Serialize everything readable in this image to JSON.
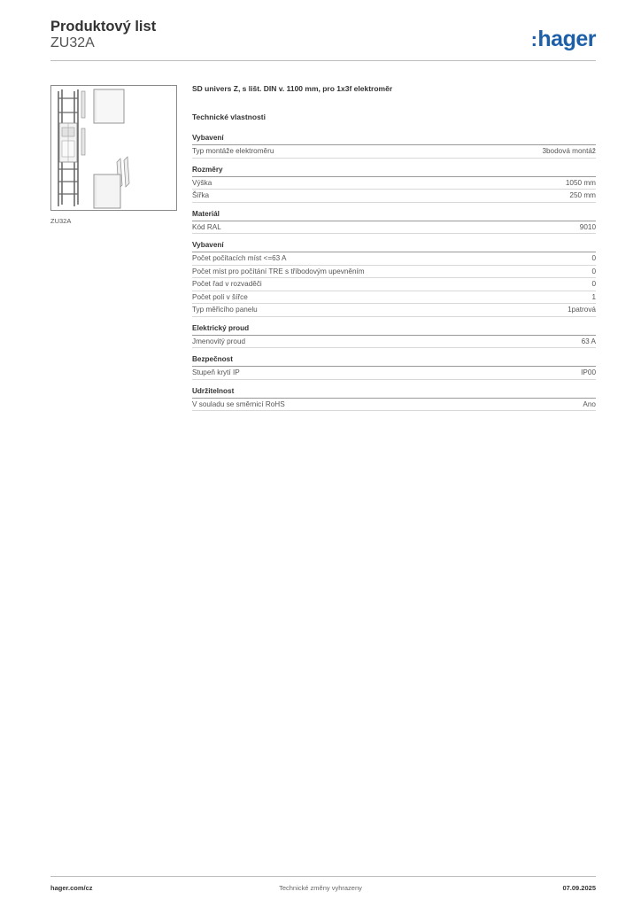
{
  "header": {
    "title": "Produktový list",
    "code": "ZU32A",
    "logo_text": "hager",
    "logo_color": "#1d5fa8"
  },
  "image": {
    "caption": "ZU32A"
  },
  "product": {
    "description": "SD univers Z, s lišt. DIN v. 1100 mm, pro 1x3f elektroměr",
    "tech_heading": "Technické vlastnosti"
  },
  "sections": [
    {
      "title": "Vybavení",
      "rows": [
        {
          "label": "Typ montáže elektroměru",
          "value": "3bodová montáž"
        }
      ]
    },
    {
      "title": "Rozměry",
      "rows": [
        {
          "label": "Výška",
          "value": "1050 mm"
        },
        {
          "label": "Šířka",
          "value": "250 mm"
        }
      ]
    },
    {
      "title": "Materiál",
      "rows": [
        {
          "label": "Kód RAL",
          "value": "9010"
        }
      ]
    },
    {
      "title": "Vybavení",
      "rows": [
        {
          "label": "Počet počítacích míst <=63 A",
          "value": "0"
        },
        {
          "label": "Počet míst pro počítání TRE s tříbodovým upevněním",
          "value": "0"
        },
        {
          "label": "Počet řad v rozvaděči",
          "value": "0"
        },
        {
          "label": "Počet polí v šířce",
          "value": "1"
        },
        {
          "label": "Typ měřicího panelu",
          "value": "1patrová"
        }
      ]
    },
    {
      "title": "Elektrický proud",
      "rows": [
        {
          "label": "Jmenovitý proud",
          "value": "63 A"
        }
      ]
    },
    {
      "title": "Bezpečnost",
      "rows": [
        {
          "label": "Stupeň krytí IP",
          "value": "IP00"
        }
      ]
    },
    {
      "title": "Udržitelnost",
      "rows": [
        {
          "label": "V souladu se směrnicí RoHS",
          "value": "Ano"
        }
      ]
    }
  ],
  "footer": {
    "website": "hager.com/cz",
    "notice": "Technické změny vyhrazeny",
    "date": "07.09.2025"
  }
}
